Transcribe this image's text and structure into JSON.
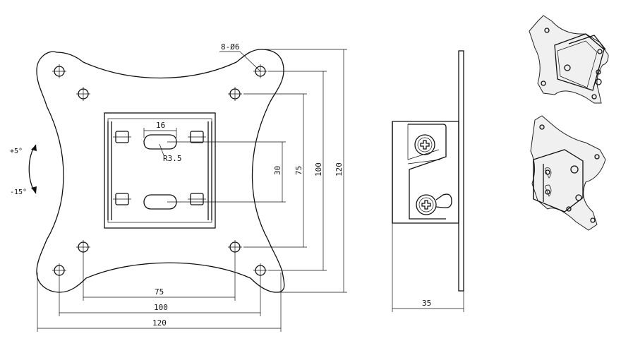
{
  "labels": {
    "hole_spec": "8-Ø6",
    "slot_width": "16",
    "slot_radius": "R3.5",
    "slot_spacing": "30",
    "inner_height": "75",
    "mid_height": "100",
    "outer_height": "120",
    "inner_width": "75",
    "mid_width": "100",
    "outer_width": "120",
    "depth": "35",
    "tilt_up": "+5°",
    "tilt_down": "-15°"
  },
  "colors": {
    "line": "#111111",
    "background": "#ffffff"
  },
  "icons": [
    "screw-icon",
    "tilt-arrow-icon"
  ]
}
